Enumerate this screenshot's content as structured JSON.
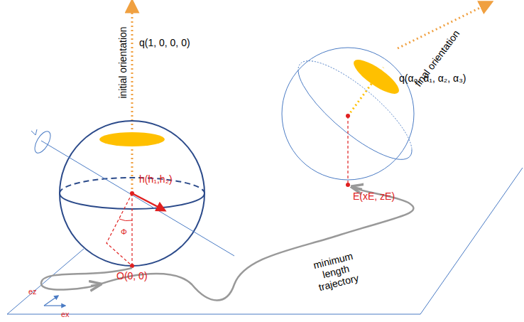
{
  "diagram": {
    "labels": [
      "initial orientation",
      "q(1, 0, 0, 0)",
      "final orientation",
      "q(α₀, α₁, α₂, α₃)",
      "h(h₁,h₂)",
      "Φ",
      "O(0, 0)",
      "E(xE, zE)",
      "minimum length trajectory",
      "ez",
      "ex"
    ]
  }
}
